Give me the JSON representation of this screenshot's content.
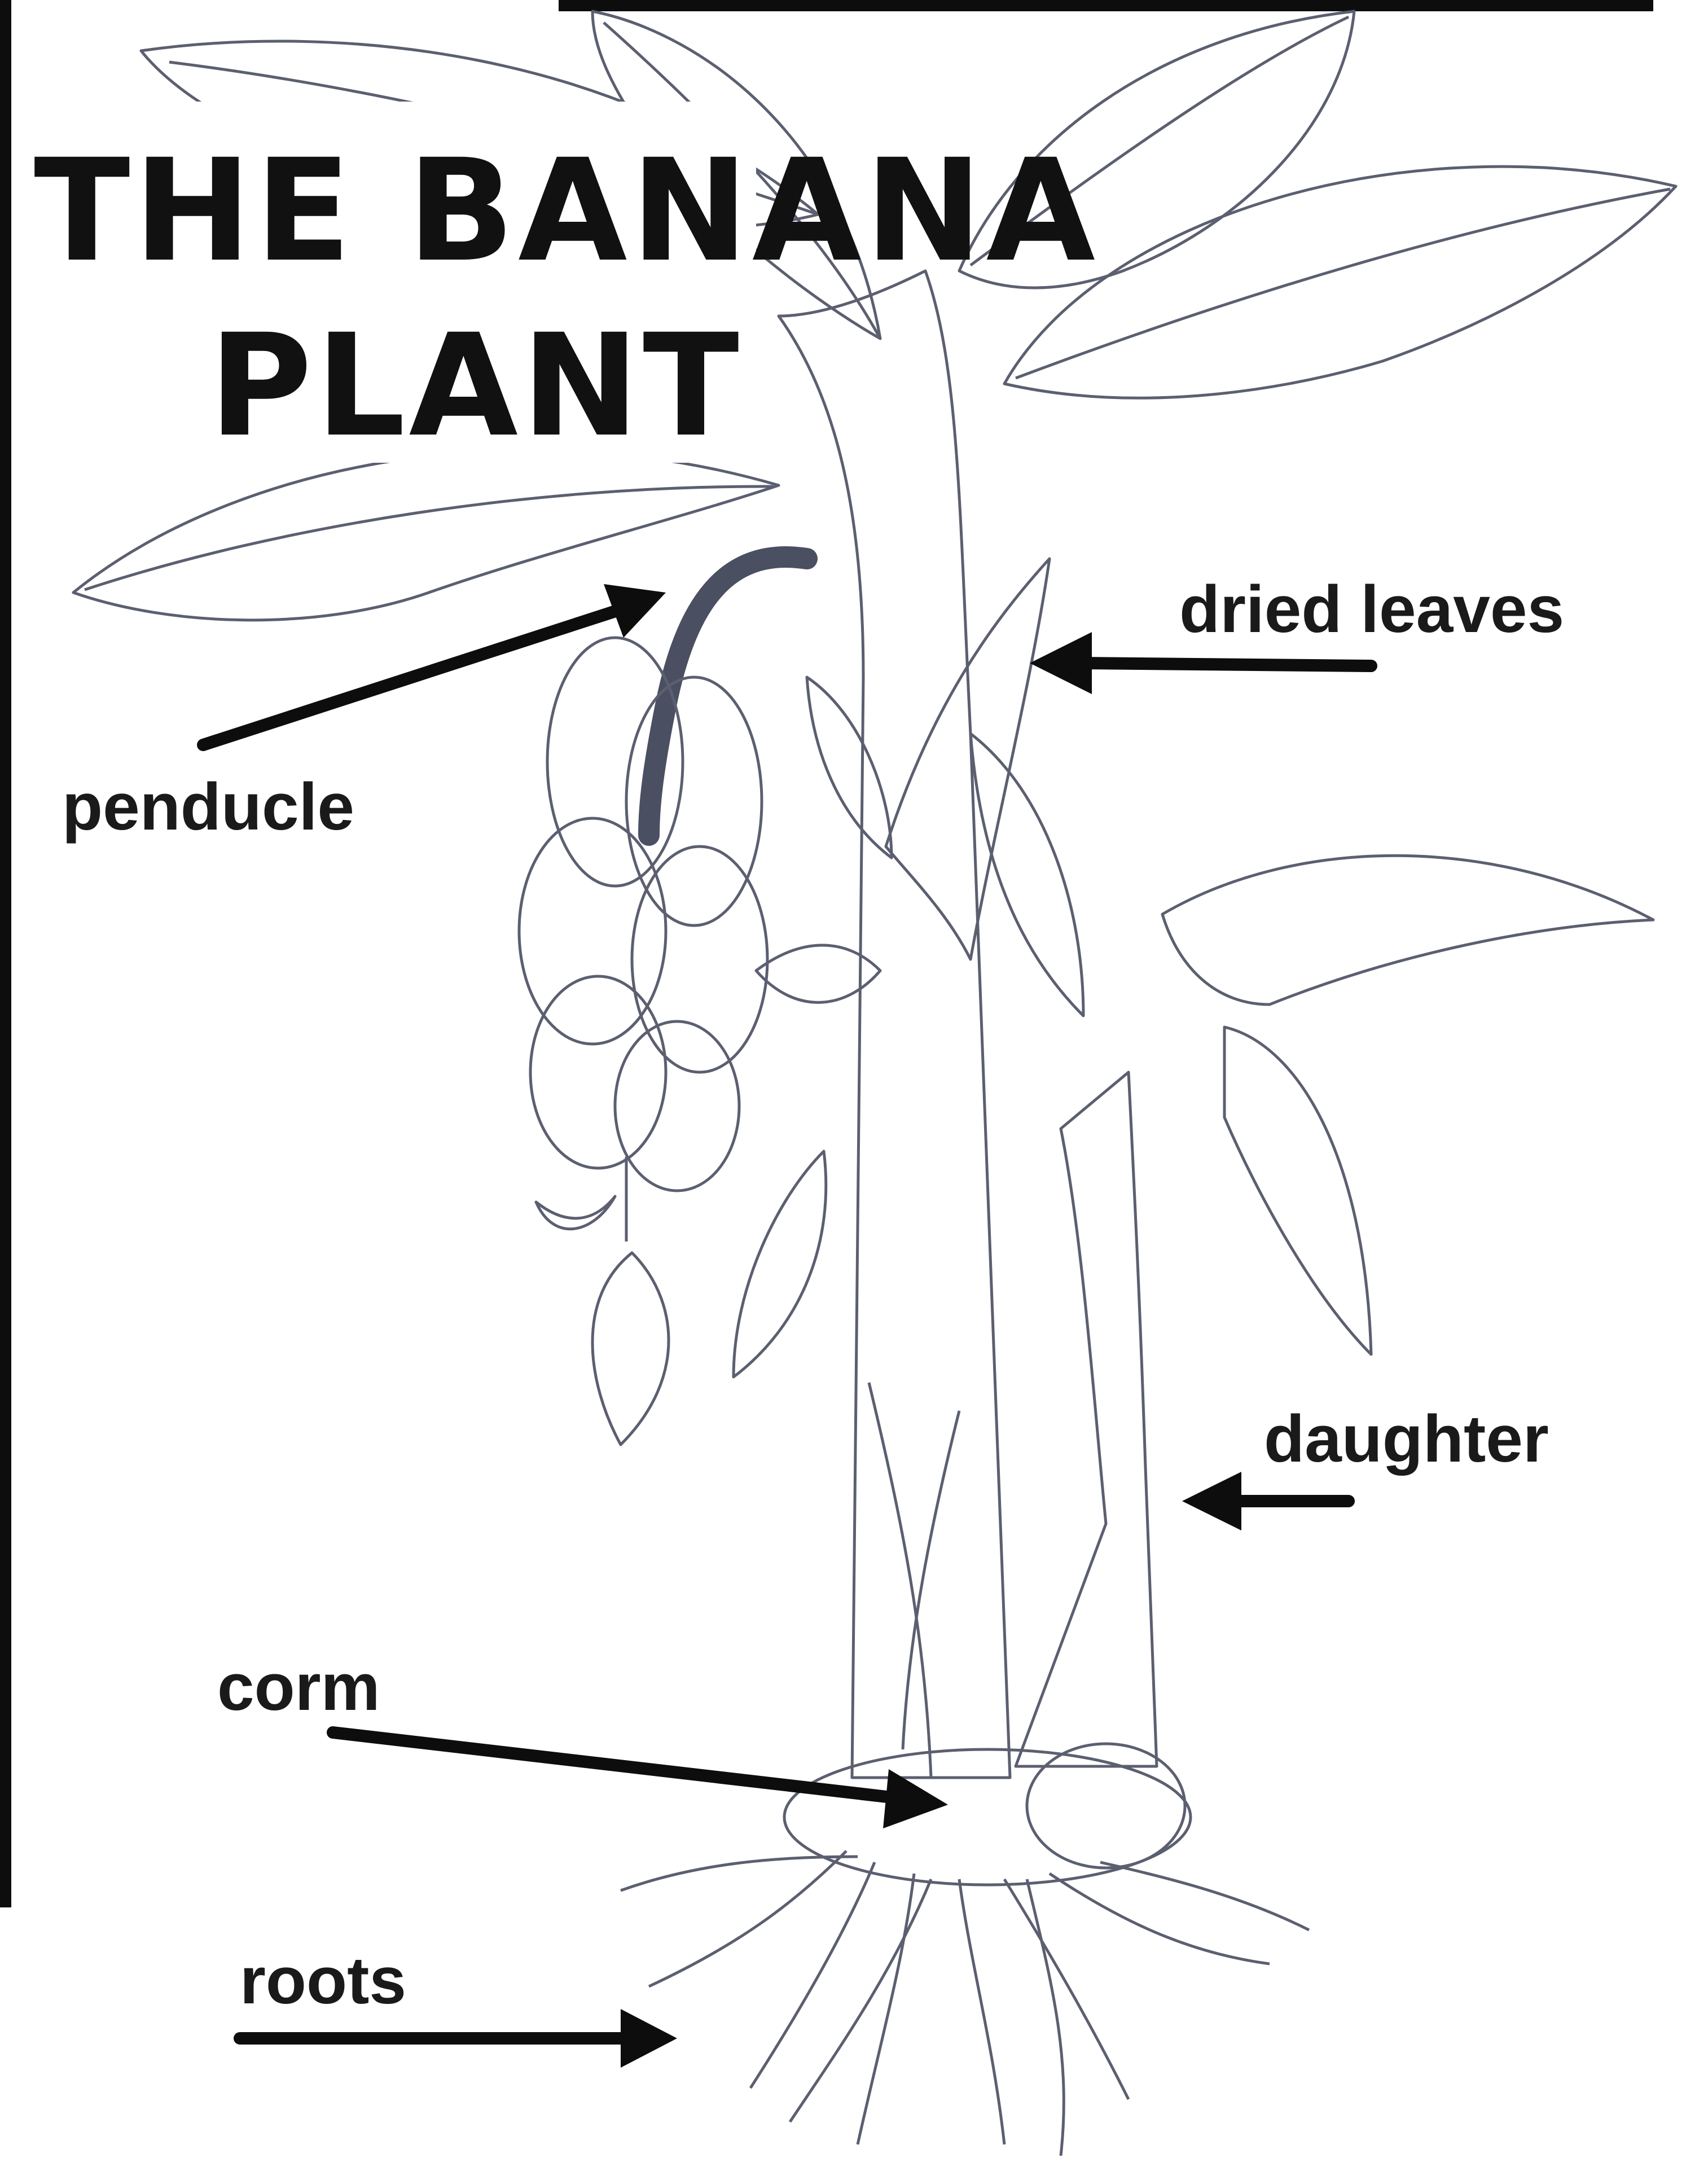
{
  "title": {
    "line1": "THE BANANA",
    "line2": "PLANT"
  },
  "labels": {
    "penducle": "penducle",
    "dried_leaves": "dried leaves",
    "daughter": "daughter",
    "corm": "corm",
    "roots": "roots"
  },
  "colors": {
    "leaf_light": "#a8d890",
    "leaf_teal": "#8ccfae",
    "stem": "#d9bc94",
    "banana": "#e8d84a",
    "outline": "#5b5f70",
    "arrow": "#0d0d0d"
  }
}
